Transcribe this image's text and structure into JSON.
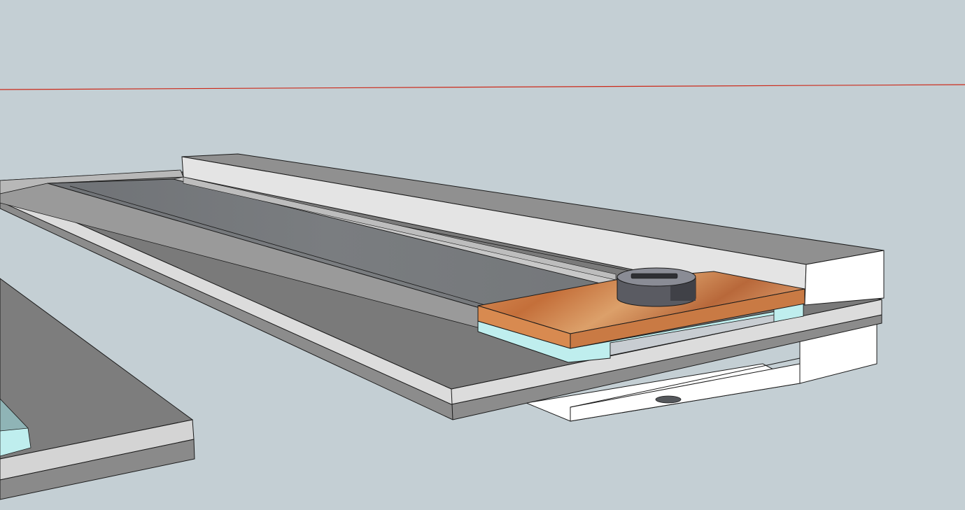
{
  "viewport": {
    "kind": "3d-modeling-viewport",
    "background_color": "#c4cfd4",
    "red_axis_color": "#cc2a1a",
    "edge_color": "#1a1a1a"
  },
  "scene": {
    "objects": [
      {
        "name": "base-plate",
        "top_color": "#7a7a7a",
        "side_color": "#a8a8a8",
        "front_color": "#dcdcdc"
      },
      {
        "name": "recessed-panel",
        "color": "#75787b"
      },
      {
        "name": "back-rail",
        "top_color": "#909090",
        "front_color": "#e4e4e4",
        "end_color": "#ffffff"
      },
      {
        "name": "copper-block",
        "color": "#c97a44"
      },
      {
        "name": "spacer-layer",
        "color": "#bfeeee"
      },
      {
        "name": "round-knob",
        "color": "#5a5b62"
      },
      {
        "name": "under-bracket",
        "color": "#ffffff"
      },
      {
        "name": "secondary-plate",
        "top_color": "#7d7d7d",
        "front_color": "#d4d4d4"
      }
    ]
  }
}
